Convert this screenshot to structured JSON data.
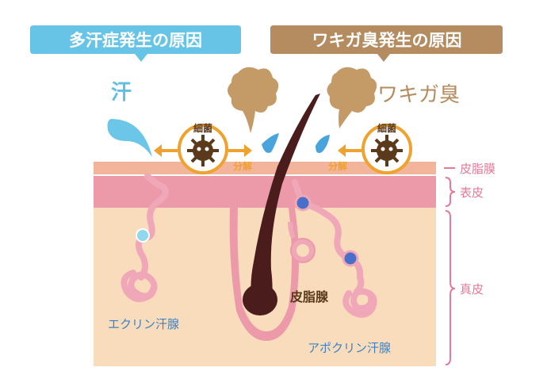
{
  "headers": {
    "left": "多汗症発生の原因",
    "right": "ワキガ臭発生の原因"
  },
  "labels": {
    "sweat": "汗",
    "odor": "ワキガ臭",
    "bacteria_left": "細菌",
    "bacteria_right": "細菌",
    "decompose_left": "分解",
    "decompose_right": "分解",
    "sebaceous_gland": "皮脂腺",
    "eccrine": "エクリン汗腺",
    "apocrine": "アポクリン汗腺"
  },
  "layers": {
    "sebum_film": "皮脂膜",
    "epidermis": "表皮",
    "dermis": "真皮"
  },
  "colors": {
    "blue_header": "#67c4e6",
    "brown_header": "#b48c60",
    "sweat": "#6cc6e8",
    "odor": "#c49a66",
    "hair": "#4a1d1c",
    "epidermis": "#ec9aa9",
    "dermis": "#f8dcbc",
    "sebum": "#f2b49a",
    "arrow": "#f0a22e",
    "gland": "#f0a8b8",
    "duct_dot": "#4a6fc8",
    "label_pink": "#e37a98",
    "label_blue": "#3d82c4"
  }
}
